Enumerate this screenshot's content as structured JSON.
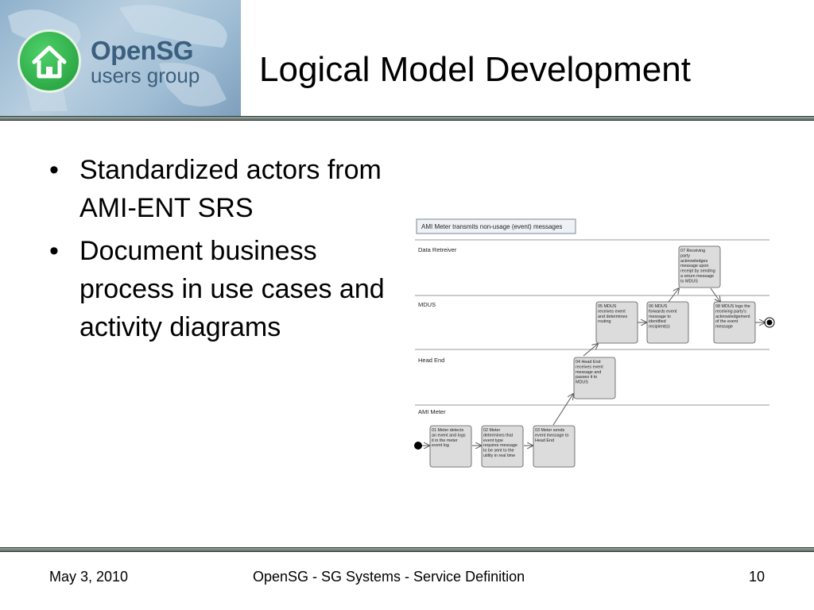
{
  "header": {
    "logo_name": "OpenSG",
    "logo_sub": "users group",
    "title": "Logical Model Development"
  },
  "bullets": [
    "Standardized actors from AMI-ENT SRS",
    "Document business process in use cases and activity diagrams"
  ],
  "diagram": {
    "title": "AMI Meter transmits non-usage (event) messages",
    "lanes": [
      "Data Retreiver",
      "MDUS",
      "Head End",
      "AMI Meter"
    ],
    "actions": [
      {
        "id": "a01",
        "lines": [
          "01 Meter detects",
          "an event and logs",
          "it in the meter",
          "event log"
        ]
      },
      {
        "id": "a02",
        "lines": [
          "02 Meter",
          "determines that",
          "event type",
          "requires message",
          "to be sent to the",
          "utility in real time"
        ]
      },
      {
        "id": "a03",
        "lines": [
          "03 Meter sends",
          "event message to",
          "Head End"
        ]
      },
      {
        "id": "a04",
        "lines": [
          "04 Head End",
          "receives event",
          "message and",
          "passes it to",
          "MDUS"
        ]
      },
      {
        "id": "a05",
        "lines": [
          "05 MDUS",
          "receives event",
          "and determines",
          "routing"
        ]
      },
      {
        "id": "a06",
        "lines": [
          "06 MDUS",
          "forwards event",
          "message to",
          "identified",
          "recipient(s)"
        ]
      },
      {
        "id": "a07",
        "lines": [
          "07 Receiving",
          "party",
          "acknowledges",
          "message upon",
          "receipt by sending",
          "a return message",
          "to MDUS"
        ]
      },
      {
        "id": "a08",
        "lines": [
          "08 MDUS logs the",
          "receiving party's",
          "acknowledgement",
          "of the event",
          "message"
        ]
      }
    ]
  },
  "footer": {
    "date": "May 3, 2010",
    "center": "OpenSG - SG Systems - Service Definition",
    "page": "10"
  },
  "colors": {
    "rule": "#6b7872",
    "action_fill": "#dcdcdc",
    "logo_green": "#2fae47",
    "logo_text": "#3b5f7e"
  }
}
